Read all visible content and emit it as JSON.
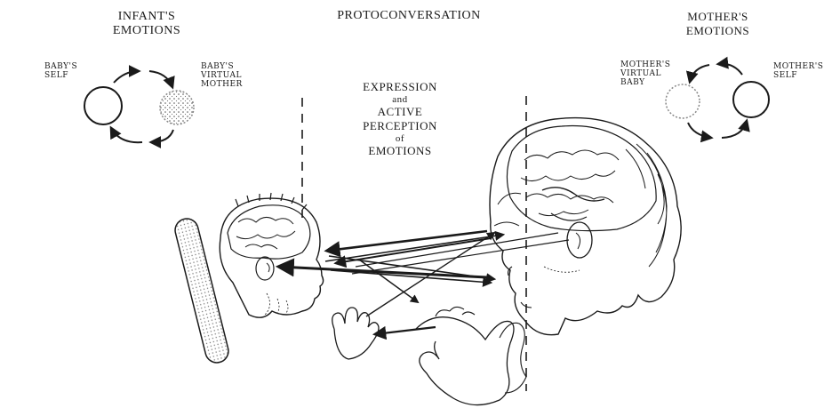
{
  "title": "PROTOCONVERSATION",
  "left_panel": {
    "heading_line1": "INFANT'S",
    "heading_line2": "EMOTIONS",
    "self_label_1": "BABY'S",
    "self_label_2": "SELF",
    "virtual_label_1": "BABY'S",
    "virtual_label_2": "VIRTUAL",
    "virtual_label_3": "MOTHER"
  },
  "right_panel": {
    "heading_line1": "MOTHER'S",
    "heading_line2": "EMOTIONS",
    "virtual_label_1": "MOTHER'S",
    "virtual_label_2": "VIRTUAL",
    "virtual_label_3": "BABY",
    "self_label_1": "MOTHER'S",
    "self_label_2": "SELF"
  },
  "center_caption": {
    "line1": "EXPRESSION",
    "line2": "and",
    "line3": "ACTIVE",
    "line4": "PERCEPTION",
    "line5": "of",
    "line6": "EMOTIONS"
  }
}
